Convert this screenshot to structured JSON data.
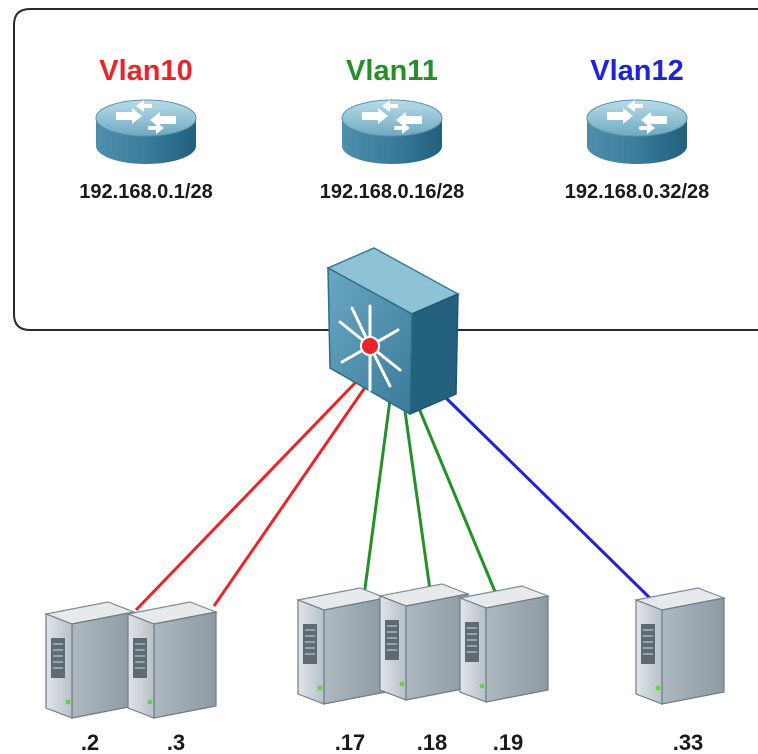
{
  "colors": {
    "vlan10": "#e8262a",
    "vlan11": "#25902a",
    "vlan12": "#1f24d8",
    "device_top": "#8ec3d6",
    "device_side": "#2b6f8e",
    "server_body": "#c9d0d6"
  },
  "routers": [
    {
      "vlan": "Vlan10",
      "subnet": "192.168.0.1/28",
      "color_key": "vlan10",
      "icon": "router-icon"
    },
    {
      "vlan": "Vlan11",
      "subnet": "192.168.0.16/28",
      "color_key": "vlan11",
      "icon": "router-icon"
    },
    {
      "vlan": "Vlan12",
      "subnet": "192.168.0.32/28",
      "color_key": "vlan12",
      "icon": "router-icon"
    }
  ],
  "switch": {
    "icon": "layer3-switch-icon"
  },
  "servers": [
    {
      "label": ".2",
      "vlan": "Vlan10",
      "icon": "server-icon"
    },
    {
      "label": ".3",
      "vlan": "Vlan10",
      "icon": "server-icon"
    },
    {
      "label": ".17",
      "vlan": "Vlan11",
      "icon": "server-icon"
    },
    {
      "label": ".18",
      "vlan": "Vlan11",
      "icon": "server-icon"
    },
    {
      "label": ".19",
      "vlan": "Vlan11",
      "icon": "server-icon"
    },
    {
      "label": ".33",
      "vlan": "Vlan12",
      "icon": "server-icon"
    }
  ]
}
